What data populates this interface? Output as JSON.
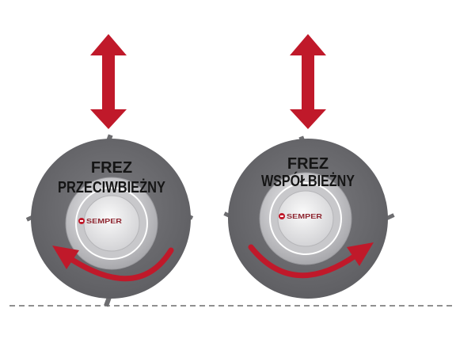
{
  "cutters": [
    {
      "line1": "FREZ",
      "line2": "PRZECIWBIEŻNY",
      "rotation": "clockwise",
      "logo": "SEMPER"
    },
    {
      "line1": "FREZ",
      "line2": "WSPÓŁBIEŻNY",
      "rotation": "counter-clockwise",
      "logo": "SEMPER"
    }
  ],
  "colors": {
    "arrow": "#c0192a",
    "disc": "#6d6d70",
    "hub_outer": "#bdbdc0",
    "hub_inner": "#e8e8ea",
    "workpiece_line": "#6b6b6b"
  },
  "icons": {
    "feed": "double-vertical-arrow-icon",
    "rotation": "curved-arrow-icon",
    "logo": "semper-logo"
  }
}
